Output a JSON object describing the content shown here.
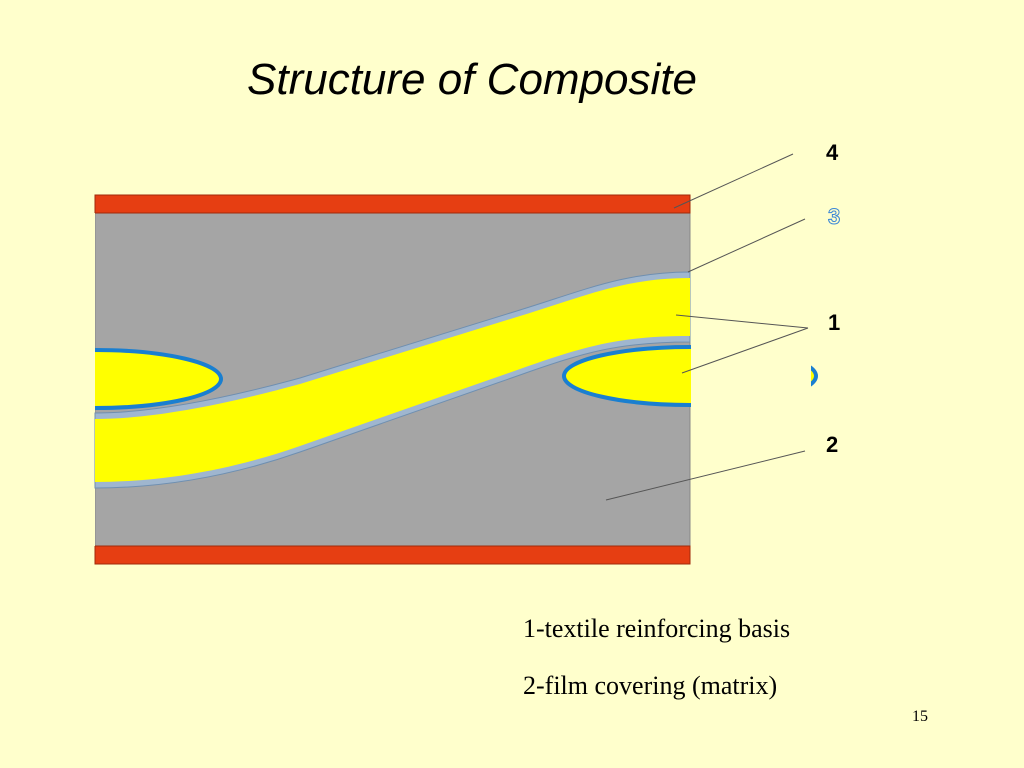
{
  "slide": {
    "title": "Structure of Composite",
    "page_number": "15"
  },
  "diagram": {
    "labels": {
      "layer_4": "4",
      "layer_3": "3",
      "layer_1": "1",
      "layer_2": "2"
    },
    "colors": {
      "background": "#ffffcc",
      "surface_layer": "#e63e12",
      "matrix": "#a5a5a5",
      "fiber": "#ffff00",
      "fiber_outline": "#1a7fd0",
      "label_3": "#3a86d6"
    }
  },
  "legend": {
    "items": [
      "1-textile reinforcing basis",
      "2-film covering (matrix)"
    ]
  }
}
